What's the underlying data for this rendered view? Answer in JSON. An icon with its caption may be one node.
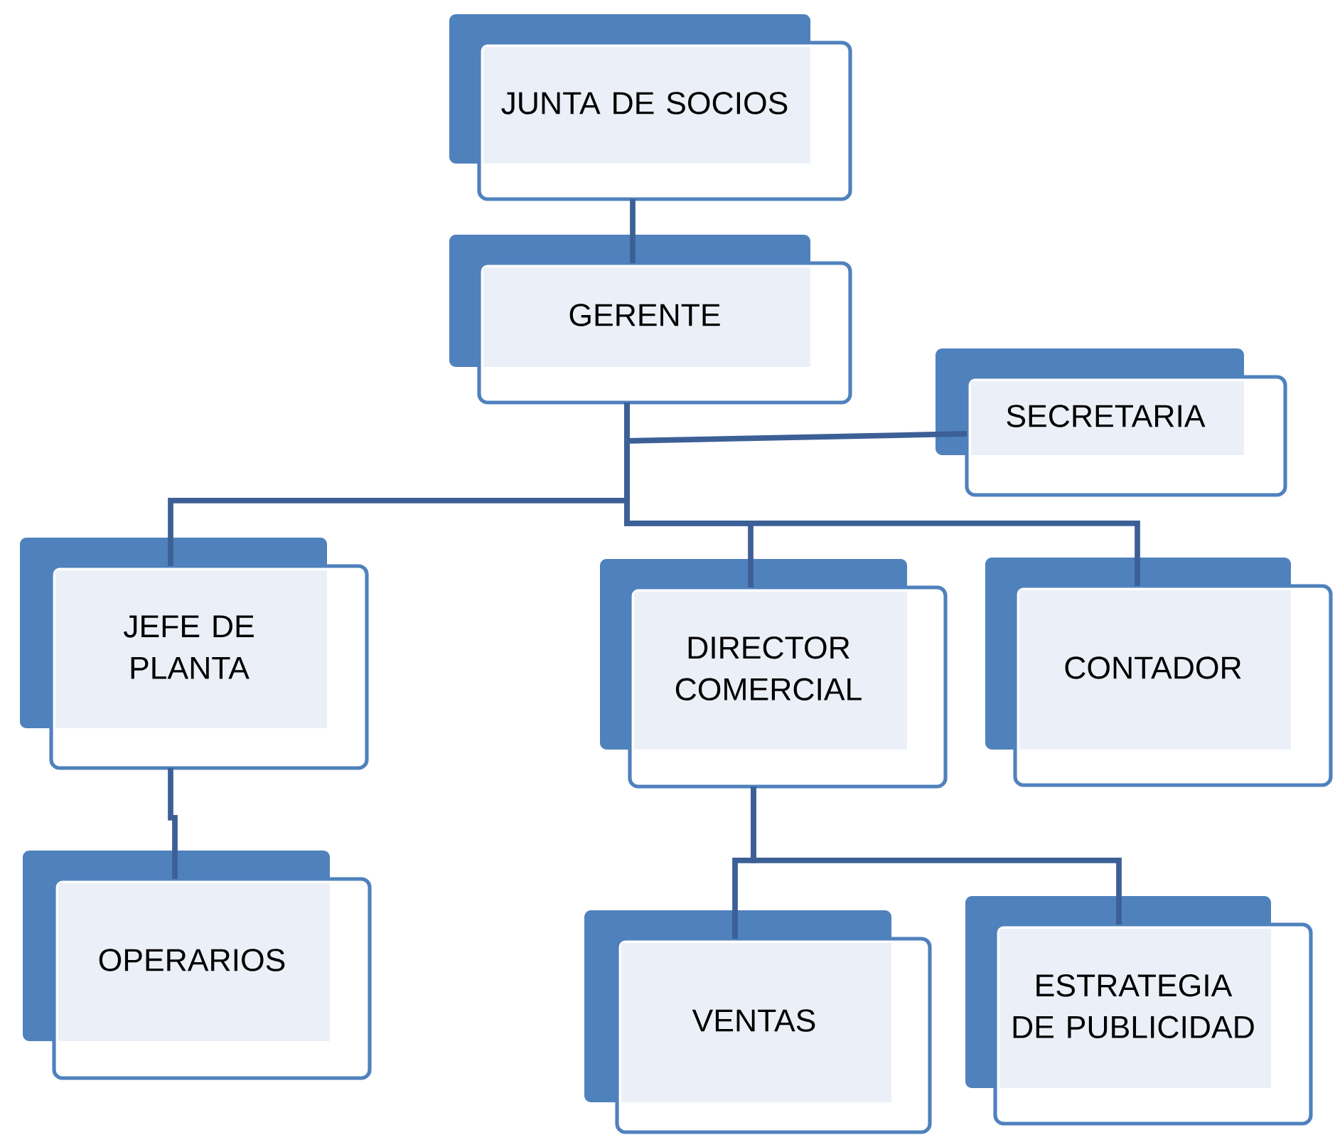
{
  "diagram": {
    "nodes": [
      {
        "text": [
          "JUNTA DE SOCIOS"
        ]
      },
      {
        "text": [
          "GERENTE"
        ]
      },
      {
        "text": [
          "SECRETARIA"
        ]
      },
      {
        "text": [
          "JEFE DE PLANTA"
        ]
      },
      {
        "text": [
          "DIRECTOR COMERCIAL"
        ]
      },
      {
        "text": [
          "CONTADOR"
        ]
      },
      {
        "text": [
          "OPERARIOS"
        ]
      },
      {
        "text": [
          "VENTAS"
        ]
      },
      {
        "text": [
          "ESTRATEGIA DE PUBLICIDAD"
        ]
      }
    ],
    "edges": [
      {
        "from": 0,
        "to": 1,
        "arrow": "none"
      },
      {
        "from": 1,
        "to": 2,
        "arrow": "none"
      },
      {
        "from": 1,
        "to": 3,
        "arrow": "none"
      },
      {
        "from": 1,
        "to": 4,
        "arrow": "none"
      },
      {
        "from": 1,
        "to": 5,
        "arrow": "none"
      },
      {
        "from": 3,
        "to": 6,
        "arrow": "none"
      },
      {
        "from": 4,
        "to": 7,
        "arrow": "none"
      },
      {
        "from": 4,
        "to": 8,
        "arrow": "none"
      }
    ]
  }
}
